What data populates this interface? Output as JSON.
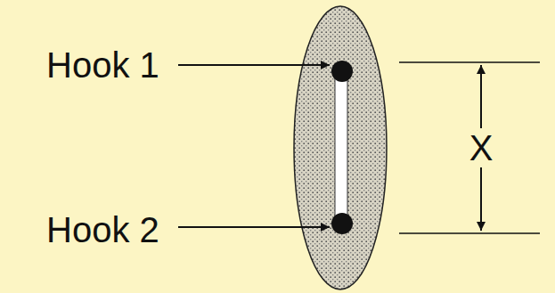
{
  "diagram": {
    "labels": [
      "Hook 1",
      "Hook 2",
      "X"
    ]
  }
}
